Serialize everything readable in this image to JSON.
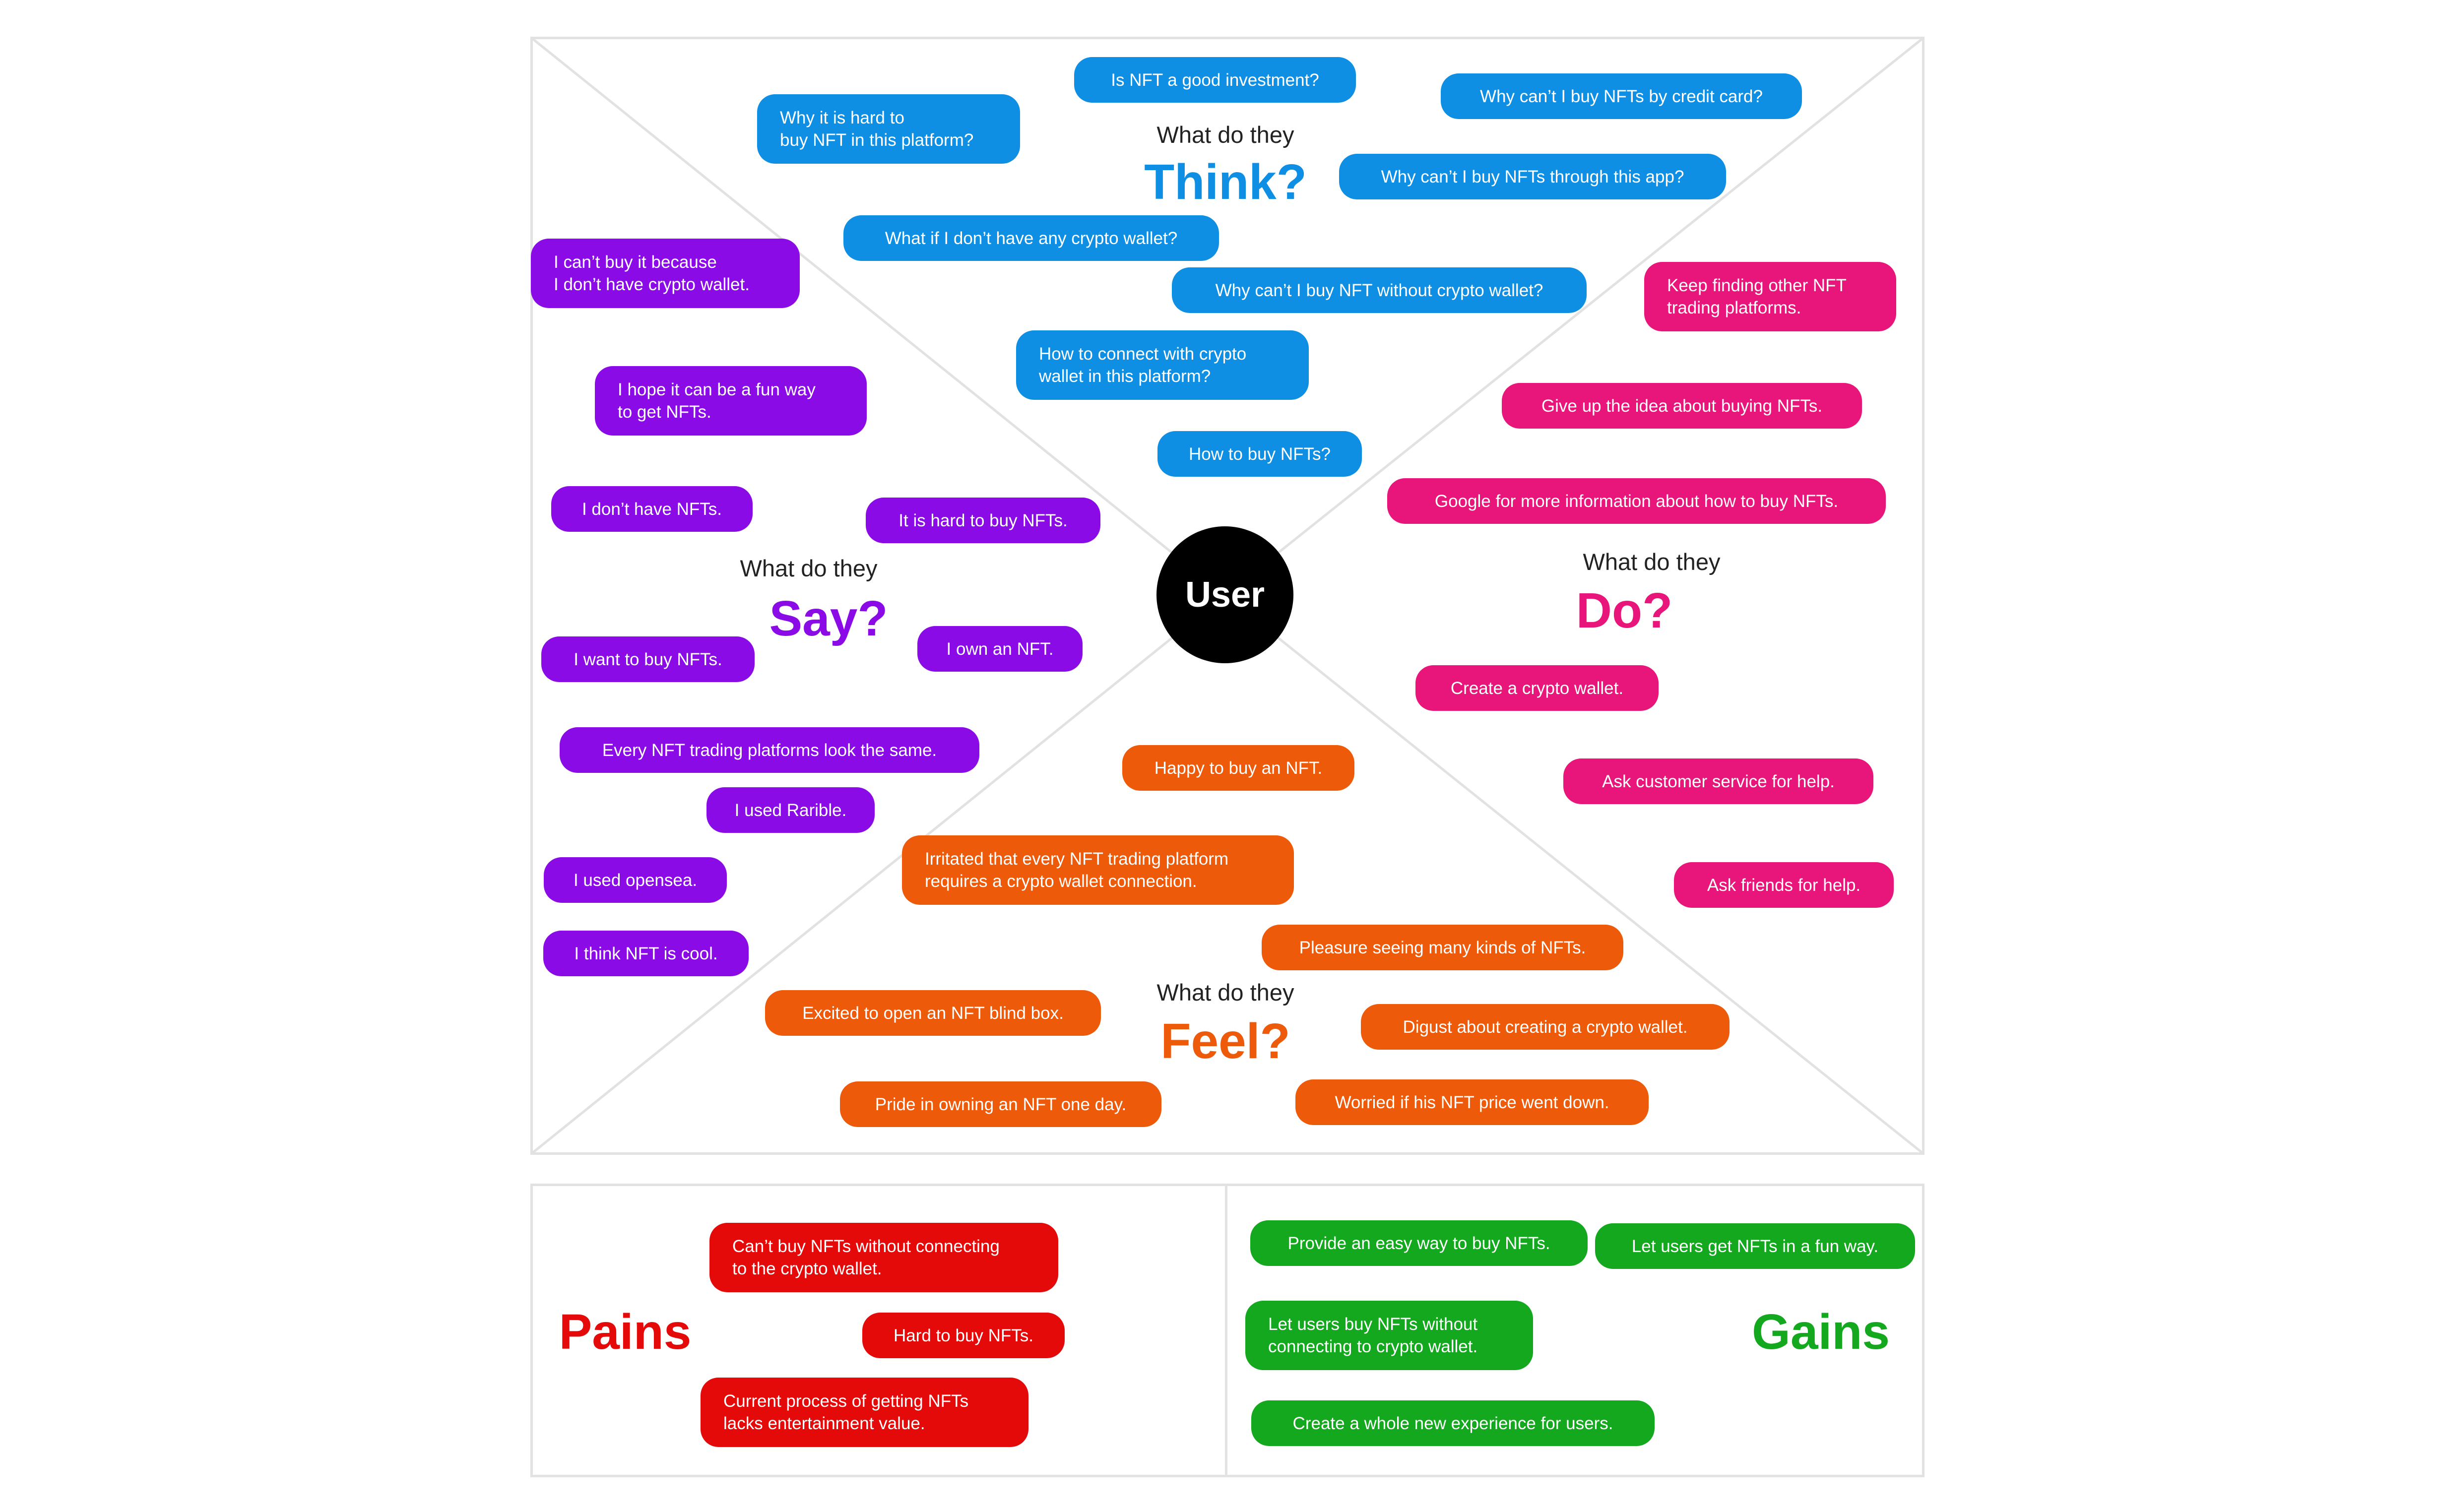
{
  "colors": {
    "think": "#0f8fe3",
    "say": "#8a0be6",
    "do": "#e8157a",
    "feel": "#ed5a09",
    "pains": "#e50a0a",
    "gains": "#14a81e"
  },
  "center_label": "User",
  "quadrants": {
    "think": {
      "question": "What do they",
      "title": "Think?",
      "notes": [
        "Is  NFT a good investment?",
        "Why can’t I buy NFTs by credit card?",
        "Why it is hard to\nbuy NFT in this platform?",
        "Why can’t I buy NFTs through this app?",
        "What if I don’t have any crypto wallet?",
        "Why can’t I buy NFT without crypto wallet?",
        "How to connect with crypto\nwallet in this platform?",
        "How to buy NFTs?"
      ]
    },
    "say": {
      "question": "What do they",
      "title": "Say?",
      "notes": [
        "I can’t buy it because\nI don’t have crypto wallet.",
        "I hope it can be a fun way\nto get NFTs.",
        "I don’t have NFTs.",
        "It is hard to buy NFTs.",
        "I want to buy NFTs.",
        "I own an NFT.",
        "Every NFT trading platforms look the same.",
        "I used Rarible.",
        "I used opensea.",
        "I think NFT is cool."
      ]
    },
    "do": {
      "question": "What do they",
      "title": "Do?",
      "notes": [
        "Keep finding other NFT\ntrading platforms.",
        "Give up the idea about buying NFTs.",
        "Google for more information about how to buy NFTs.",
        "Create a crypto wallet.",
        "Ask customer service for help.",
        "Ask friends for help."
      ]
    },
    "feel": {
      "question": "What do they",
      "title": "Feel?",
      "notes": [
        "Happy to buy an NFT.",
        "Irritated that every NFT trading platform\nrequires a crypto wallet connection.",
        "Pleasure seeing many kinds of NFTs.",
        "Excited to open an NFT blind box.",
        "Digust about creating a crypto wallet.",
        "Pride in owning an NFT one day.",
        "Worried if his NFT price went down."
      ]
    }
  },
  "pains": {
    "title": "Pains",
    "notes": [
      "Can’t buy NFTs without connecting\nto the crypto wallet.",
      "Hard to buy NFTs.",
      "Current process of getting NFTs\nlacks entertainment value."
    ]
  },
  "gains": {
    "title": "Gains",
    "notes": [
      "Provide an easy way to buy NFTs.",
      "Let users get NFTs in a fun way.",
      "Let users buy NFTs without\nconnecting to crypto wallet.",
      "Create a whole new experience for users."
    ]
  }
}
